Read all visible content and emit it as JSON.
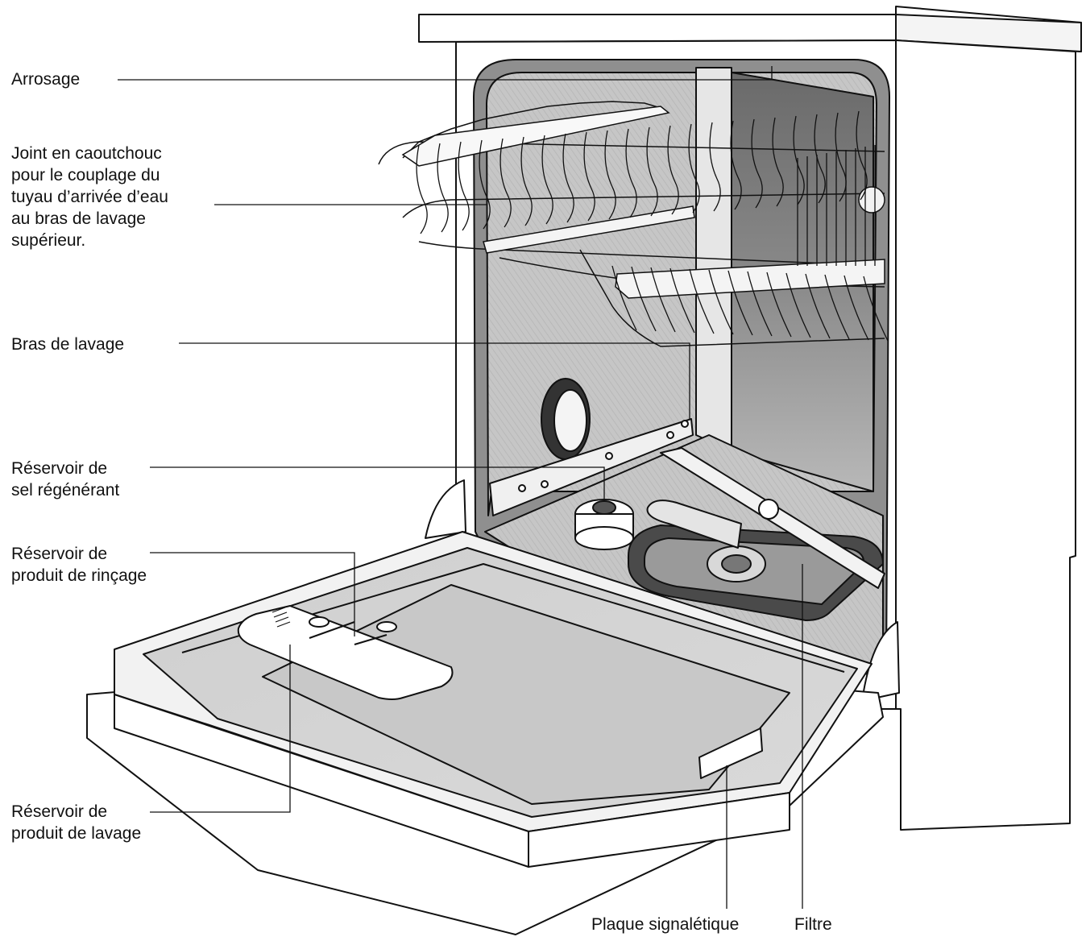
{
  "labels": {
    "arrosage": "Arrosage",
    "joint": "Joint en caoutchouc\npour le couplage du\ntuyau d’arrivée d’eau\nau bras de lavage\nsupérieur.",
    "bras": "Bras de lavage",
    "sel": "Réservoir de\nsel régénérant",
    "rincage": "Réservoir de\nproduit de rinçage",
    "lavage": "Réservoir de\nproduit de lavage",
    "plaque": "Plaque signalétique",
    "filtre": "Filtre"
  },
  "colors": {
    "outline": "#111111",
    "cavity": "#c9c9c9",
    "cavity_dark": "#7a7a7a",
    "body": "#ffffff",
    "door_inner": "#d4d4d4"
  }
}
